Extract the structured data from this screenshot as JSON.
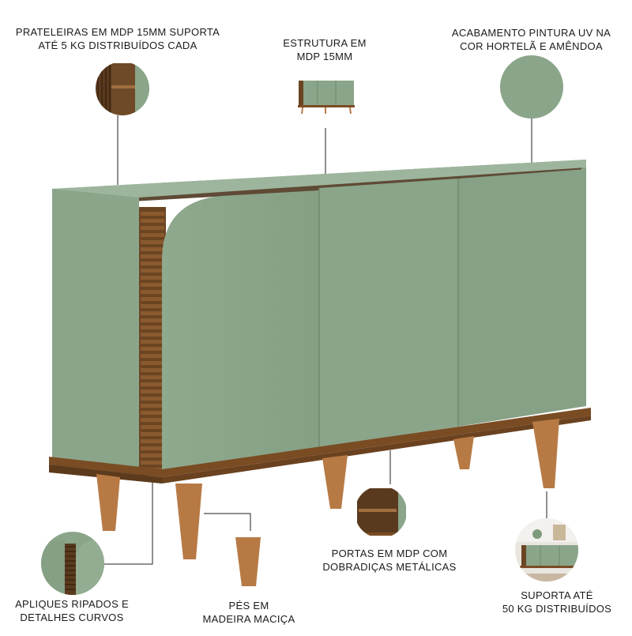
{
  "product": {
    "name": "buffet-3-portas",
    "colors": {
      "mint": "#8aa589",
      "mint_shadow": "#6f8a6e",
      "wood": "#8a5a2e",
      "wood_dark": "#5c3a1c",
      "leg": "#b77a45"
    }
  },
  "callouts": {
    "shelves": {
      "line1": "PRATELEIRAS EM MDP 15MM SUPORTA",
      "line2": "ATÉ 5 KG DISTRIBUÍDOS CADA",
      "icon": "shelf-detail-icon"
    },
    "structure": {
      "line1": "ESTRUTURA EM",
      "line2": "MDP 15MM",
      "icon": "cabinet-thumbnail-icon"
    },
    "finish": {
      "line1": "ACABAMENTO PINTURA UV NA",
      "line2": "COR HORTELÃ E AMÊNDOA",
      "icon": "color-swatch-icon"
    },
    "slats": {
      "line1": "APLIQUES RIPADOS E",
      "line2": "DETALHES CURVOS",
      "icon": "slat-detail-icon"
    },
    "feet": {
      "line1": "PÉS EM",
      "line2": "MADEIRA MACIÇA",
      "icon": "wood-leg-icon"
    },
    "doors": {
      "line1": "PORTAS EM MDP COM",
      "line2": "DOBRADIÇAS METÁLICAS",
      "icon": "door-hinge-icon"
    },
    "support": {
      "line1": "SUPORTA ATÉ",
      "line2": "50 KG DISTRIBUÍDOS",
      "icon": "room-scene-icon"
    }
  }
}
